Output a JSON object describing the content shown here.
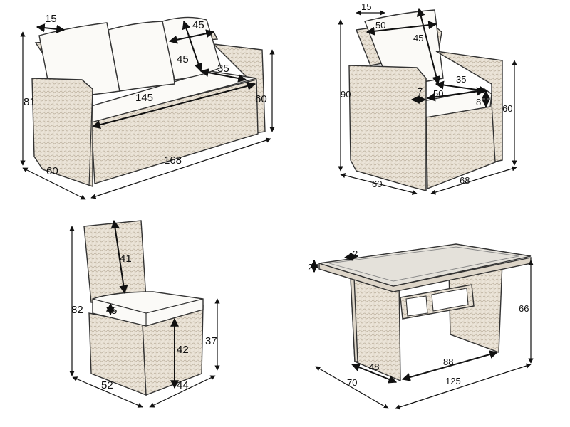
{
  "sofa": {
    "dims": {
      "back_cushion_thickness": "15",
      "back_cushion_width": "45",
      "back_cushion_height": "45",
      "seat_depth": "35",
      "seat_width": "145",
      "total_width": "168",
      "total_depth": "60",
      "total_height": "81",
      "armrest_height": "60"
    }
  },
  "armchair": {
    "dims": {
      "back_cushion_thickness": "15",
      "back_cushion_width": "50",
      "back_cushion_height": "45",
      "seat_depth": "35",
      "seat_width": "50",
      "seat_cushion_thickness": "8",
      "arm_width": "7",
      "total_height": "90",
      "armrest_height": "60",
      "total_depth": "60",
      "total_width": "68"
    }
  },
  "chair": {
    "dims": {
      "back_height": "41",
      "total_height": "82",
      "cushion_thickness": "5",
      "seat_height": "37",
      "leg_height": "42",
      "depth": "44",
      "width": "52"
    }
  },
  "table": {
    "dims": {
      "top_thickness": "2",
      "top_overhang": "2",
      "height": "66",
      "leg_depth": "48",
      "leg_span": "88",
      "depth": "70",
      "width": "125"
    }
  }
}
